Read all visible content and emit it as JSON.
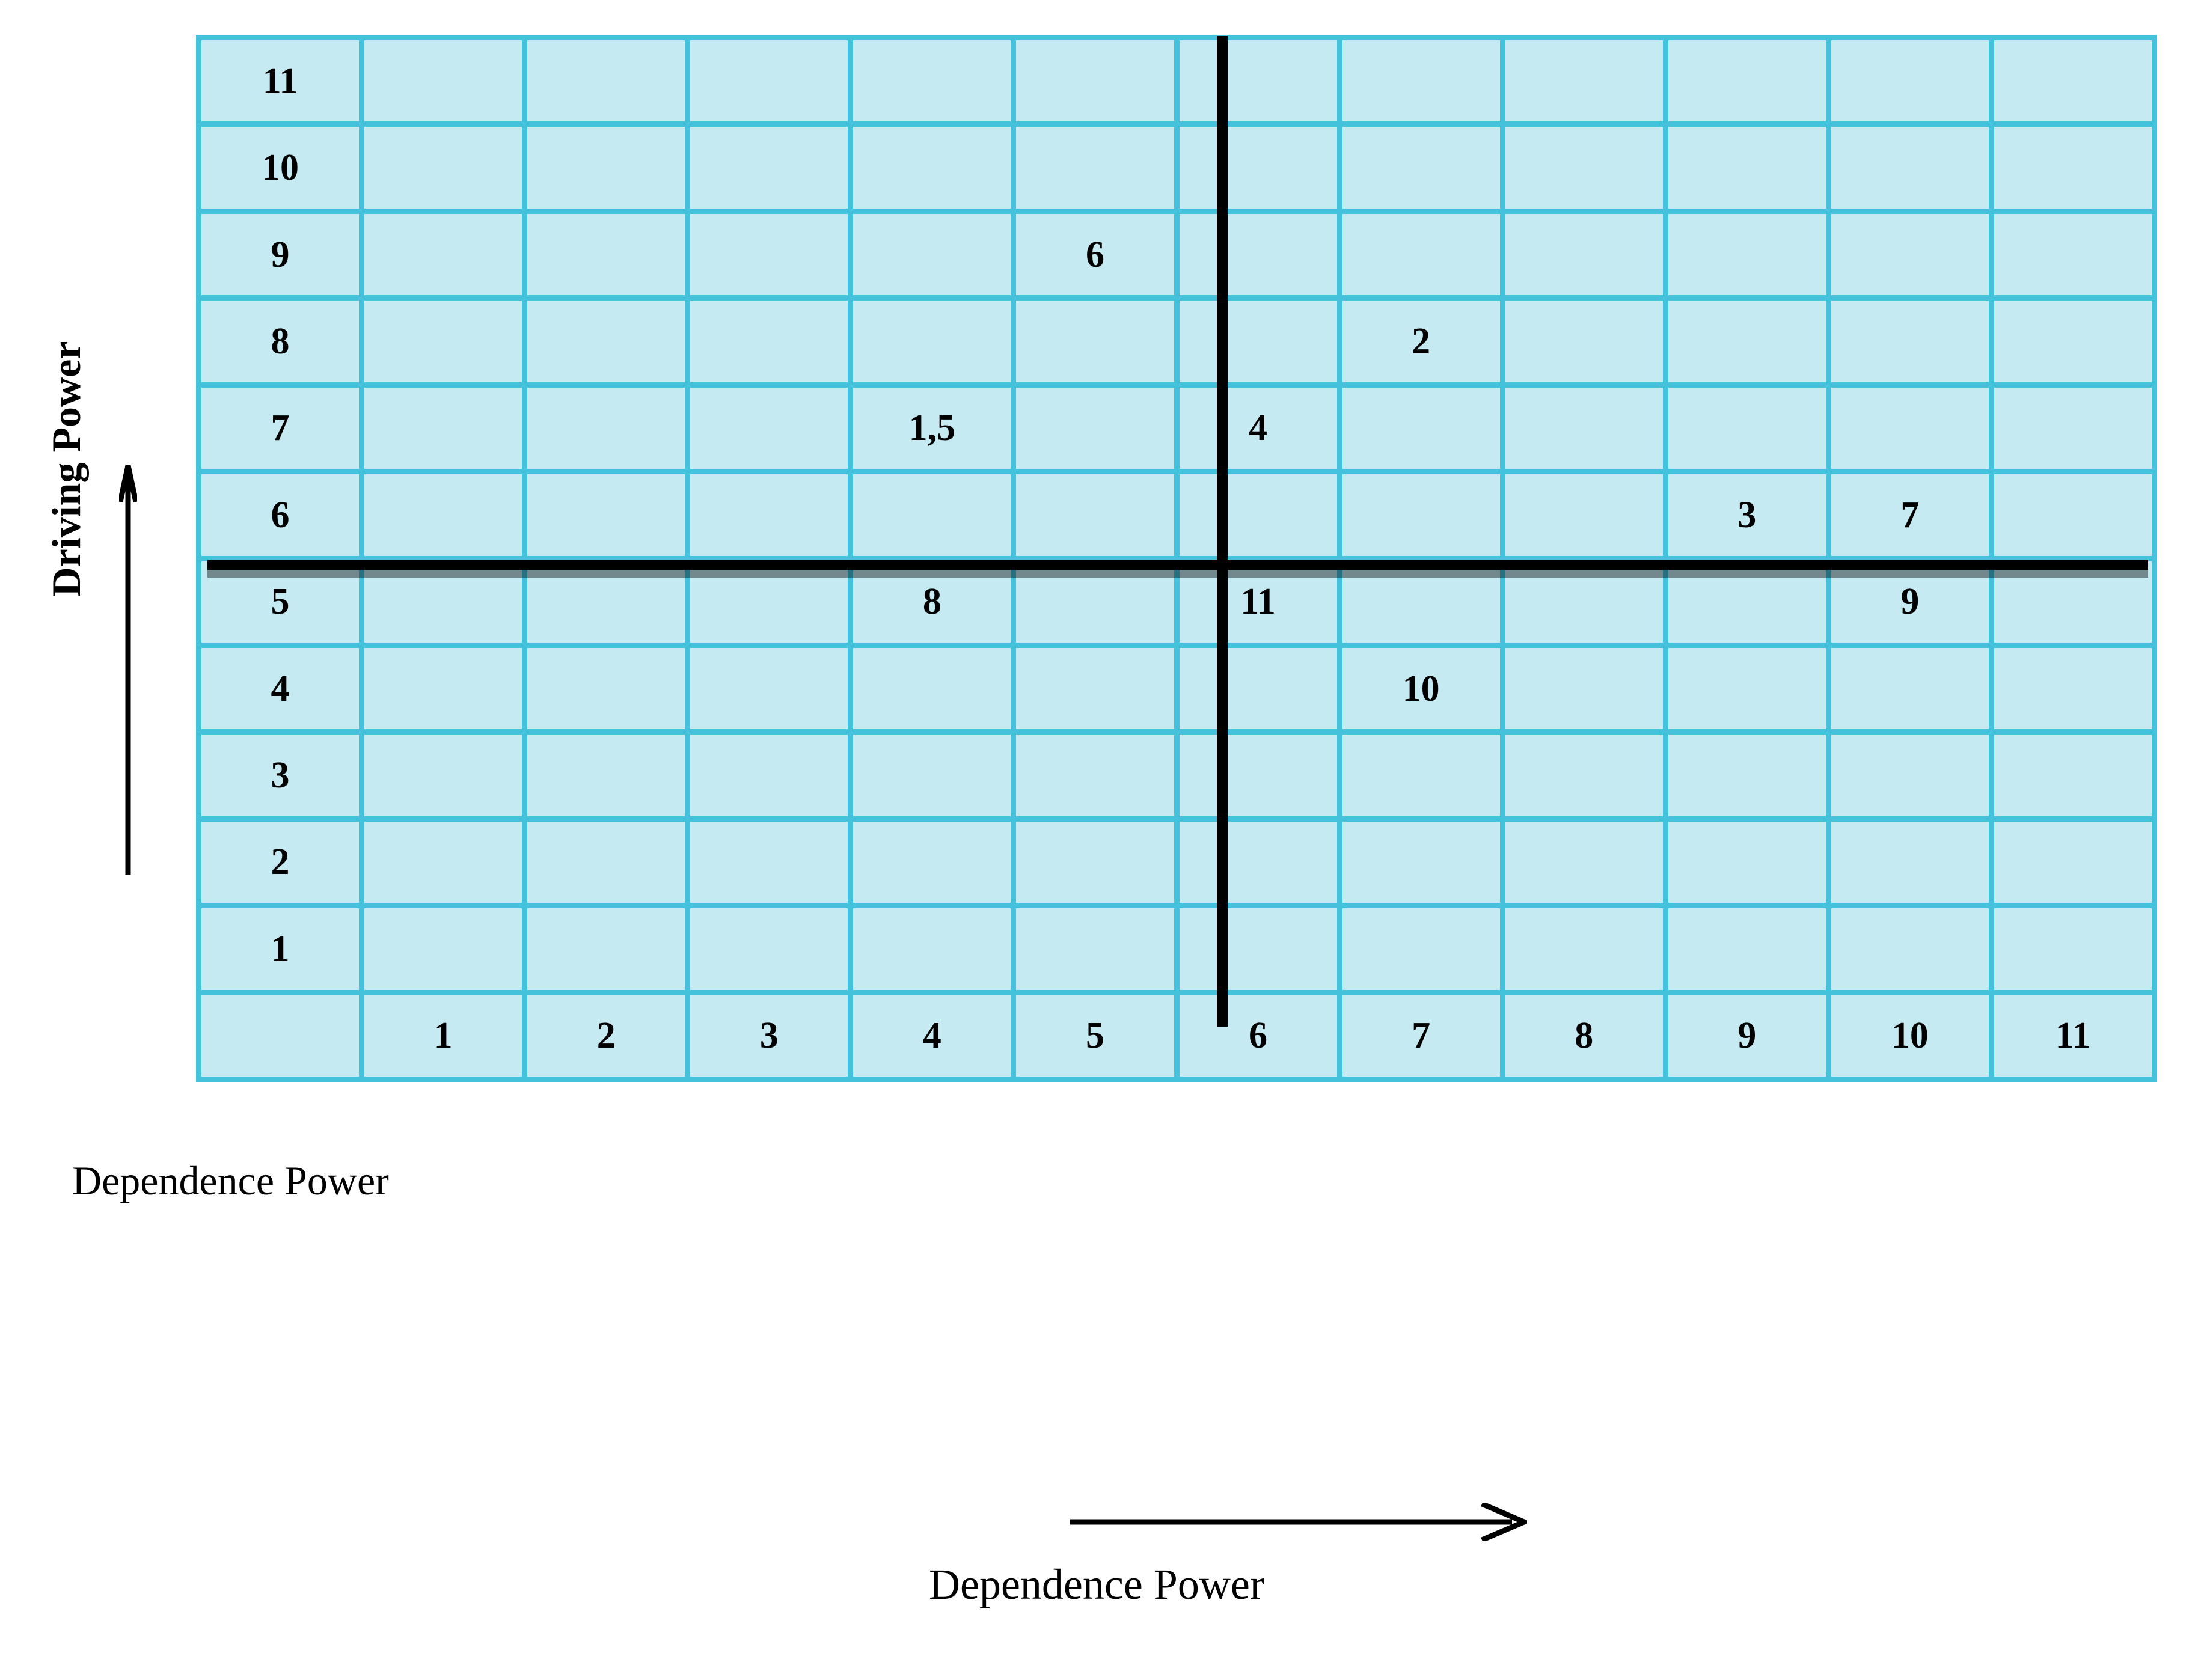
{
  "chart_data": {
    "type": "scatter",
    "title": "",
    "xlabel": "Dependence Power",
    "ylabel": "Driving Power",
    "xlim": [
      1,
      11
    ],
    "ylim": [
      1,
      11
    ],
    "grid": true,
    "x_tick_labels": [
      "1",
      "2",
      "3",
      "4",
      "5",
      "6",
      "7",
      "8",
      "9",
      "10",
      "11"
    ],
    "y_tick_labels": [
      "11",
      "10",
      "9",
      "8",
      "7",
      "6",
      "5",
      "4",
      "3",
      "2",
      "1"
    ],
    "cluster_divider_x": 5.5,
    "cluster_divider_y": 5.9,
    "points": [
      {
        "label": "6",
        "dependence": 5,
        "driving": 9
      },
      {
        "label": "2",
        "dependence": 7,
        "driving": 8
      },
      {
        "label": "1,5",
        "dependence": 4,
        "driving": 7
      },
      {
        "label": "4",
        "dependence": 6,
        "driving": 7
      },
      {
        "label": "3",
        "dependence": 9,
        "driving": 6
      },
      {
        "label": "7",
        "dependence": 10,
        "driving": 6
      },
      {
        "label": "8",
        "dependence": 4,
        "driving": 5
      },
      {
        "label": "11",
        "dependence": 6,
        "driving": 5
      },
      {
        "label": "9",
        "dependence": 10,
        "driving": 5
      },
      {
        "label": "10",
        "dependence": 7,
        "driving": 4
      }
    ]
  },
  "colors": {
    "cell_fill": "#c5eaf1",
    "gridline": "#44c2db",
    "divider": "#000000",
    "text": "#000000"
  },
  "axes": {
    "y_caption": "Driving Power",
    "x_caption_top": "Dependence Power",
    "x_caption_bottom": "Dependence Power"
  },
  "grid_cells": [
    [
      "11",
      "",
      "",
      "",
      "",
      "",
      "",
      "",
      "",
      "",
      "",
      ""
    ],
    [
      "10",
      "",
      "",
      "",
      "",
      "",
      "",
      "",
      "",
      "",
      "",
      ""
    ],
    [
      "9",
      "",
      "",
      "",
      "",
      "6",
      "",
      "",
      "",
      "",
      "",
      ""
    ],
    [
      "8",
      "",
      "",
      "",
      "",
      "",
      "",
      "2",
      "",
      "",
      "",
      ""
    ],
    [
      "7",
      "",
      "",
      "",
      "1,5",
      "",
      "4",
      "",
      "",
      "",
      "",
      ""
    ],
    [
      "6",
      "",
      "",
      "",
      "",
      "",
      "",
      "",
      "",
      "3",
      "7",
      ""
    ],
    [
      "5",
      "",
      "",
      "",
      "8",
      "",
      "11",
      "",
      "",
      "",
      "9",
      ""
    ],
    [
      "4",
      "",
      "",
      "",
      "",
      "",
      "",
      "10",
      "",
      "",
      "",
      ""
    ],
    [
      "3",
      "",
      "",
      "",
      "",
      "",
      "",
      "",
      "",
      "",
      "",
      ""
    ],
    [
      "2",
      "",
      "",
      "",
      "",
      "",
      "",
      "",
      "",
      "",
      "",
      ""
    ],
    [
      "1",
      "",
      "",
      "",
      "",
      "",
      "",
      "",
      "",
      "",
      "",
      ""
    ],
    [
      "",
      "1",
      "2",
      "3",
      "4",
      "5",
      "6",
      "7",
      "8",
      "9",
      "10",
      "11"
    ]
  ]
}
